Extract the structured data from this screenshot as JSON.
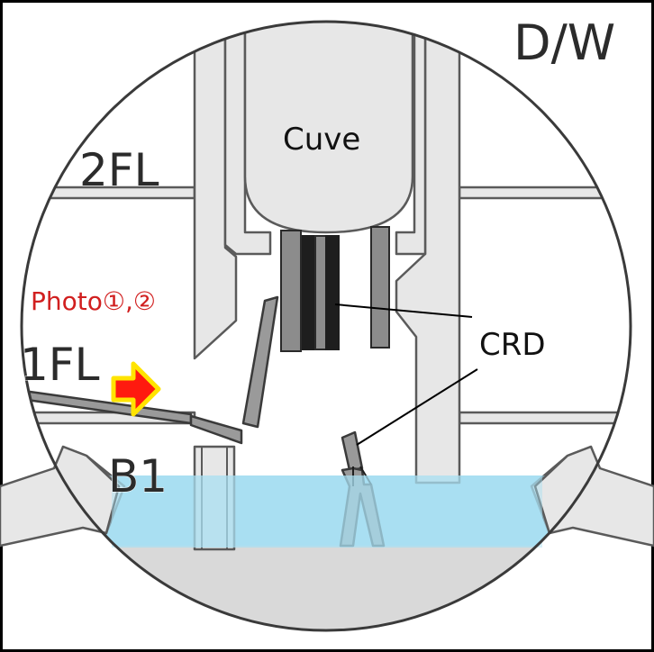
{
  "labels": {
    "drywell": "D/W",
    "vessel": "Cuve",
    "floor2": "2FL",
    "floor1": "1FL",
    "basement": "B1",
    "photo": "Photo①,②",
    "crd": "CRD"
  },
  "colors": {
    "structure_fill": "#e7e7e7",
    "structure_stroke": "#5a5a5a",
    "rod_fill": "#8c8c8c",
    "rod_dark": "#1e1e1e",
    "water": "#a9dff2",
    "arrow_fill": "#ff1a0f",
    "arrow_outline": "#ffe400",
    "photo_text": "#d11f1f"
  }
}
